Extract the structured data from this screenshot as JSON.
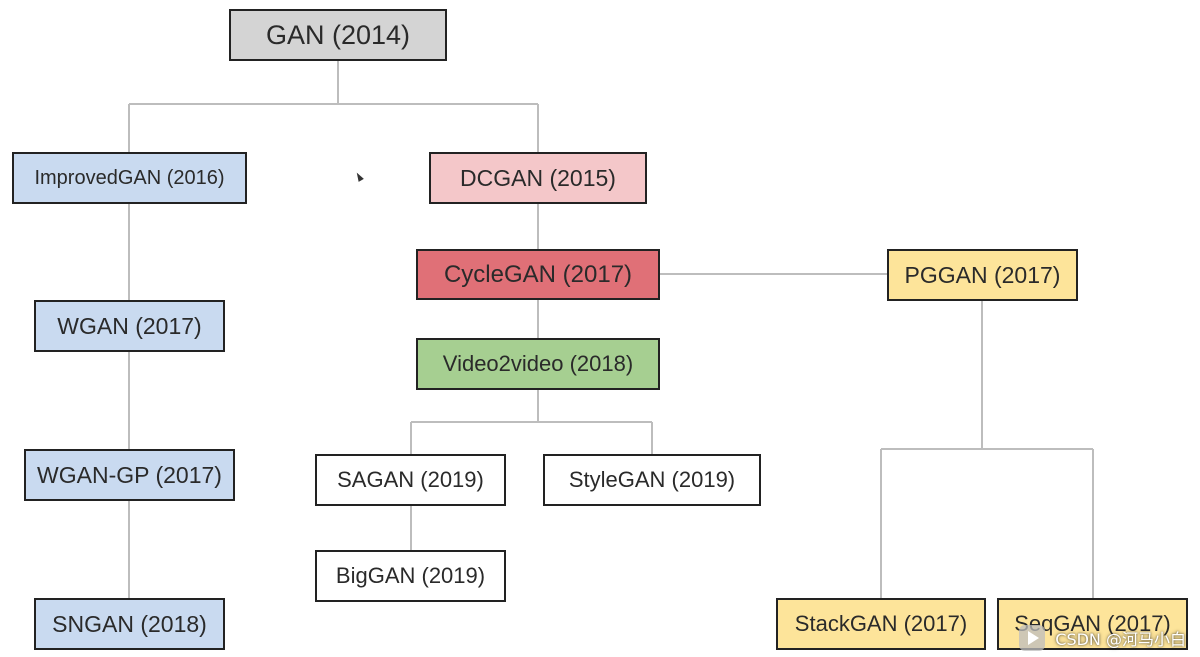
{
  "colors": {
    "connector": "#bdbdbd",
    "gray": "#d4d4d4",
    "blue": "#c9daf0",
    "pink": "#f4c7c9",
    "red": "#e07077",
    "green": "#a6cf91",
    "yellow": "#fde49a",
    "white": "#ffffff"
  },
  "nodes": {
    "gan": {
      "label": "GAN (2014)",
      "color": "gray"
    },
    "improvedgan": {
      "label": "ImprovedGAN (2016)",
      "color": "blue"
    },
    "dcgan": {
      "label": "DCGAN (2015)",
      "color": "pink"
    },
    "wgan": {
      "label": "WGAN (2017)",
      "color": "blue"
    },
    "wgangp": {
      "label": "WGAN-GP (2017)",
      "color": "blue"
    },
    "sngan": {
      "label": "SNGAN (2018)",
      "color": "blue"
    },
    "cyclegan": {
      "label": "CycleGAN (2017)",
      "color": "red"
    },
    "pggan": {
      "label": "PGGAN (2017)",
      "color": "yellow"
    },
    "video2video": {
      "label": "Video2video (2018)",
      "color": "green"
    },
    "sagan": {
      "label": "SAGAN (2019)",
      "color": "white"
    },
    "stylegan": {
      "label": "StyleGAN (2019)",
      "color": "white"
    },
    "biggan": {
      "label": "BigGAN (2019)",
      "color": "white"
    },
    "stackgan": {
      "label": "StackGAN (2017)",
      "color": "yellow"
    },
    "seqgan": {
      "label": "SeqGAN (2017)",
      "color": "yellow"
    }
  },
  "watermark": {
    "text": "CSDN @河马小白",
    "icon": "play-icon"
  }
}
